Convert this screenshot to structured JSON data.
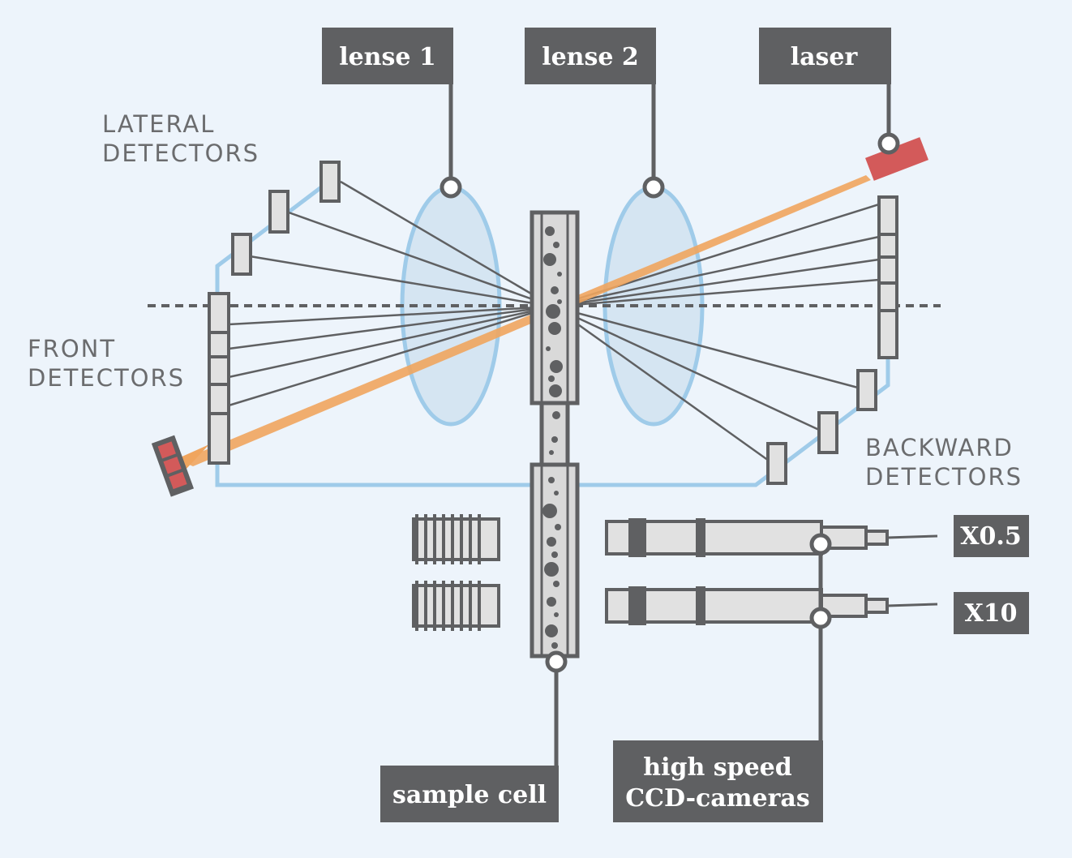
{
  "labels": {
    "lense1": "lense 1",
    "lense2": "lense 2",
    "laser": "laser",
    "sample_cell": "sample cell",
    "cameras_line1": "high speed",
    "cameras_line2": "CCD-cameras",
    "zoom_low": "X0.5",
    "zoom_high": "X10"
  },
  "captions": {
    "lateral_line1": "LATERAL",
    "lateral_line2": "DETECTORS",
    "front_line1": "FRONT",
    "front_line2": "DETECTORS",
    "backward_line1": "BACKWARD",
    "backward_line2": "DETECTORS"
  },
  "colors": {
    "background": "#edf4fb",
    "label_box": "#5f6062",
    "laser_beam": "#f0a55e",
    "laser_source": "#d35a5a",
    "lens_outline": "#9fcbe9",
    "detector_fill": "#e1e1e1"
  }
}
